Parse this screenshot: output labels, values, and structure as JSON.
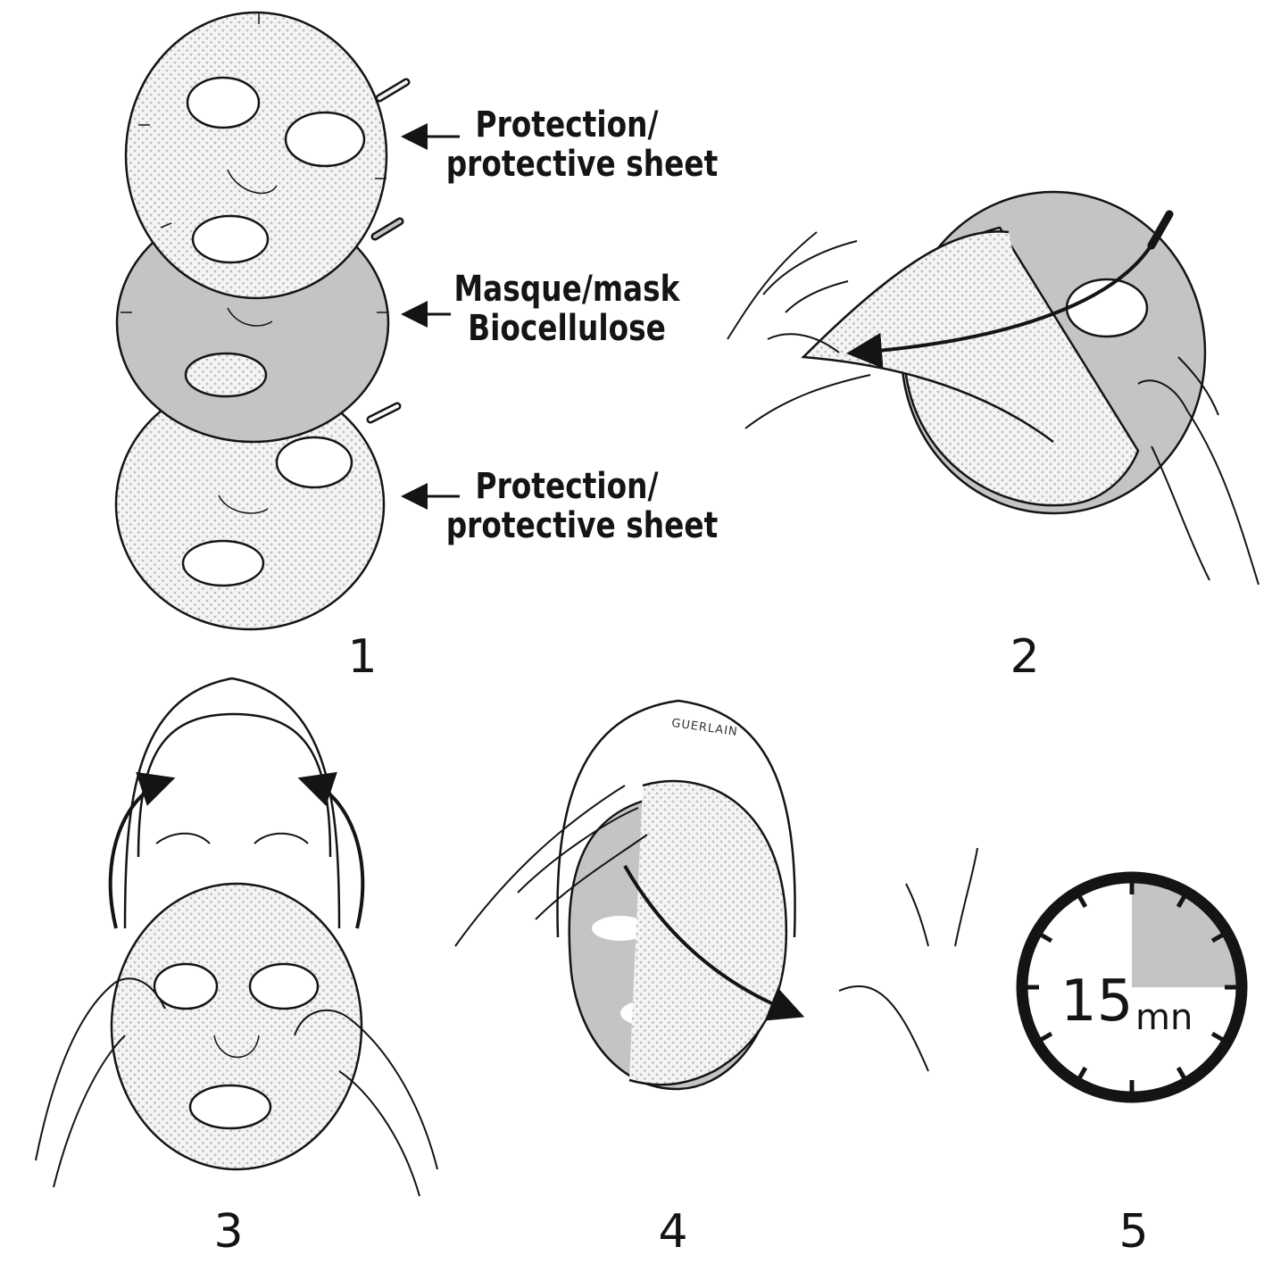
{
  "labels": {
    "top_sheet": {
      "line1": "Protection/",
      "line2": "protective sheet"
    },
    "mask": {
      "line1": "Masque/mask",
      "line2": "Biocellulose"
    },
    "bottom_sheet": {
      "line1": "Protection/",
      "line2": "protective sheet"
    }
  },
  "steps": [
    "1",
    "2",
    "3",
    "4",
    "5"
  ],
  "brand": "GUERLAIN",
  "timer": {
    "value": "15",
    "unit": "mn",
    "elapsed_fraction": 0.25
  },
  "colors": {
    "ink": "#141414",
    "mask_grey": "#c4c4c4",
    "dots": "#bdbdbd",
    "sheet": "#f2f2f2"
  }
}
